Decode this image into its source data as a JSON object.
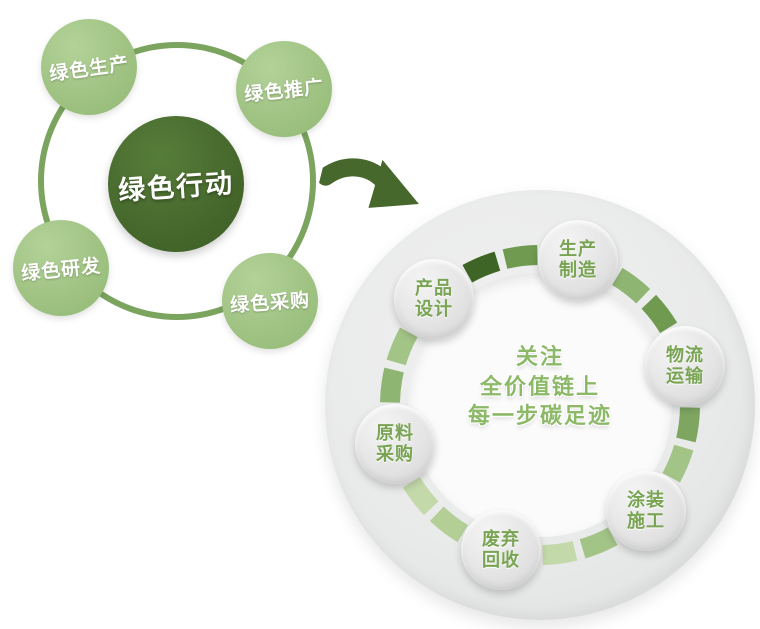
{
  "left_cluster": {
    "center": {
      "label": "绿色行动"
    },
    "satellites": [
      {
        "label": "绿色生产"
      },
      {
        "label": "绿色推广"
      },
      {
        "label": "绿色研发"
      },
      {
        "label": "绿色采购"
      }
    ]
  },
  "lifecycle": {
    "center_text": "关注\n全价值链上\n每一步碳足迹",
    "nodes": [
      {
        "label": "生产\n制造"
      },
      {
        "label": "物流\n运输"
      },
      {
        "label": "涂装\n施工"
      },
      {
        "label": "废弃\n回收"
      },
      {
        "label": "原料\n采购"
      },
      {
        "label": "产品\n设计"
      }
    ]
  },
  "colors": {
    "hub_dark_green": "#46682c",
    "satellite_green": "#a0c383",
    "orbit_ring_green": "#7ba45e",
    "arrow_green": "#46682c",
    "node_text_green": "#79a453",
    "center_text_green": "#8cb967",
    "donut_gray": "#e9eaea",
    "segment_greens": [
      "#3f6526",
      "#6f9a50",
      "#7fa661",
      "#8fb573",
      "#a3c487",
      "#b4cf96",
      "#c3d9a9"
    ]
  }
}
